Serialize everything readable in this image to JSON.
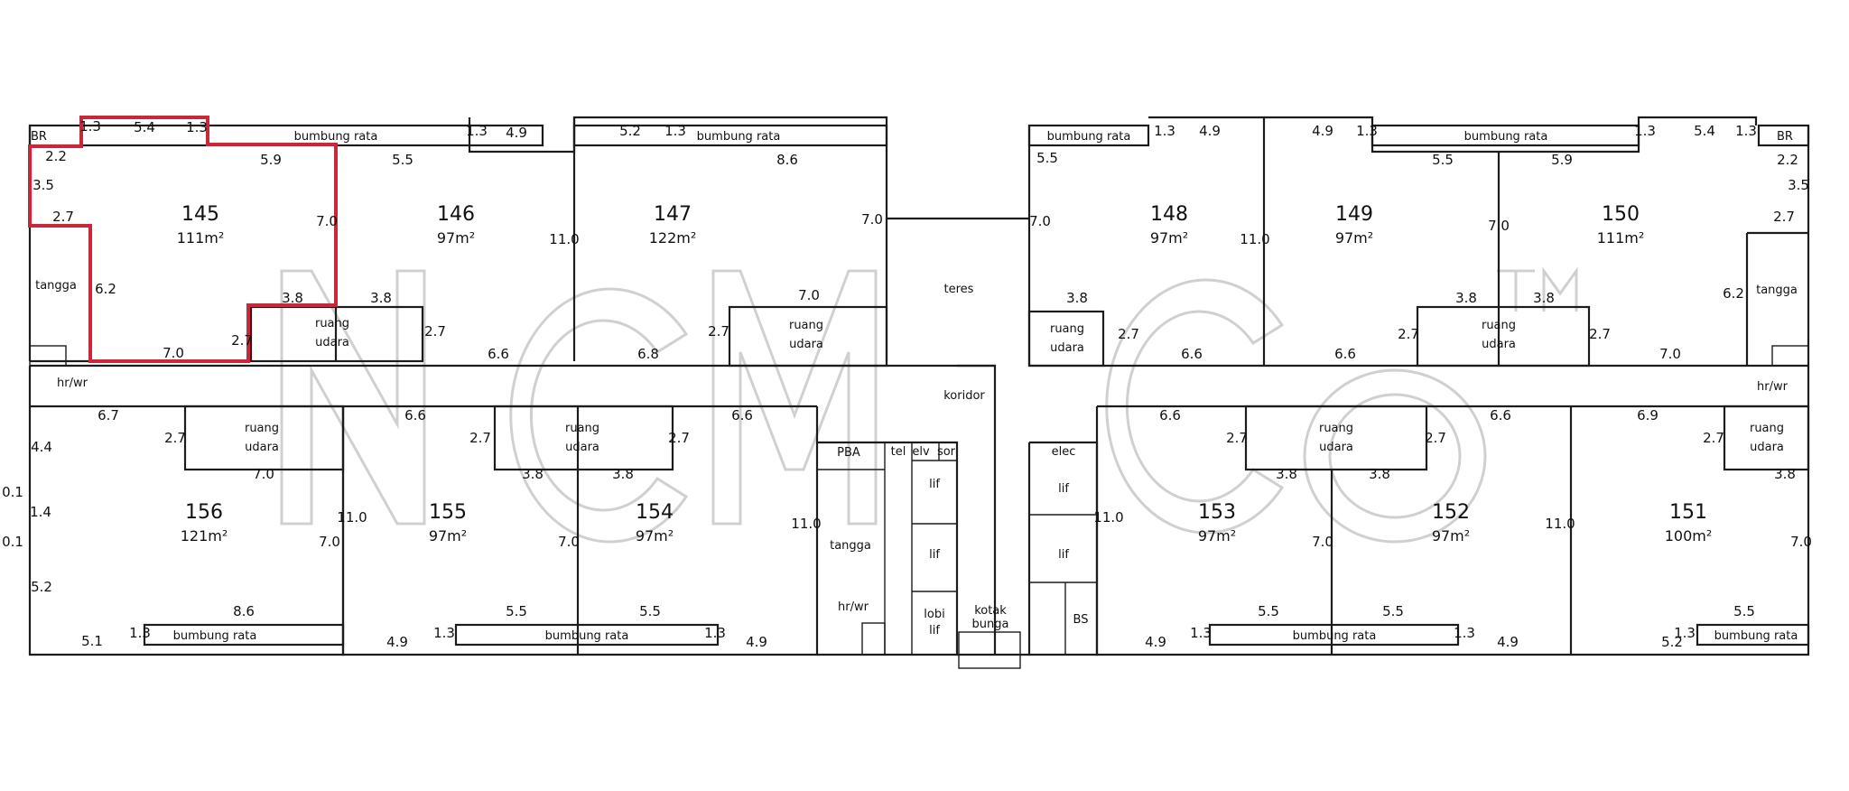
{
  "units": [
    {
      "number": "145",
      "area": "111m²"
    },
    {
      "number": "146",
      "area": "97m²"
    },
    {
      "number": "147",
      "area": "122m²"
    },
    {
      "number": "148",
      "area": "97m²"
    },
    {
      "number": "149",
      "area": "97m²"
    },
    {
      "number": "150",
      "area": "111m²"
    },
    {
      "number": "151",
      "area": "100m²"
    },
    {
      "number": "152",
      "area": "97m²"
    },
    {
      "number": "153",
      "area": "97m²"
    },
    {
      "number": "154",
      "area": "97m²"
    },
    {
      "number": "155",
      "area": "97m²"
    },
    {
      "number": "156",
      "area": "121m²"
    }
  ],
  "labels": {
    "bumbung_rata": "bumbung rata",
    "br": "BR",
    "tangga": "tangga",
    "ruang": "ruang",
    "udara": "udara",
    "hr_wr": "hr/wr",
    "teres": "teres",
    "koridor": "koridor",
    "pba": "PBA",
    "tel": "tel",
    "elv": "elv",
    "sor": "sor",
    "elec": "elec",
    "lif": "lif",
    "lobi": "lobi",
    "kotak": "kotak",
    "bunga": "bunga",
    "bs": "BS"
  },
  "dimensions": [
    "1.3",
    "5.4",
    "2.2",
    "3.5",
    "2.7",
    "5.9",
    "7.0",
    "6.2",
    "3.8",
    "4.9",
    "5.5",
    "11.0",
    "5.2",
    "8.6",
    "6.6",
    "6.8",
    "0.1",
    "4.4",
    "1.4",
    "5.1",
    "6.7",
    "6.9",
    "0.1"
  ],
  "watermark": "NCMCO",
  "colors": {
    "highlight": "#c8283a",
    "wall": "#1c1c1c",
    "watermark": "#d0d0d0"
  }
}
